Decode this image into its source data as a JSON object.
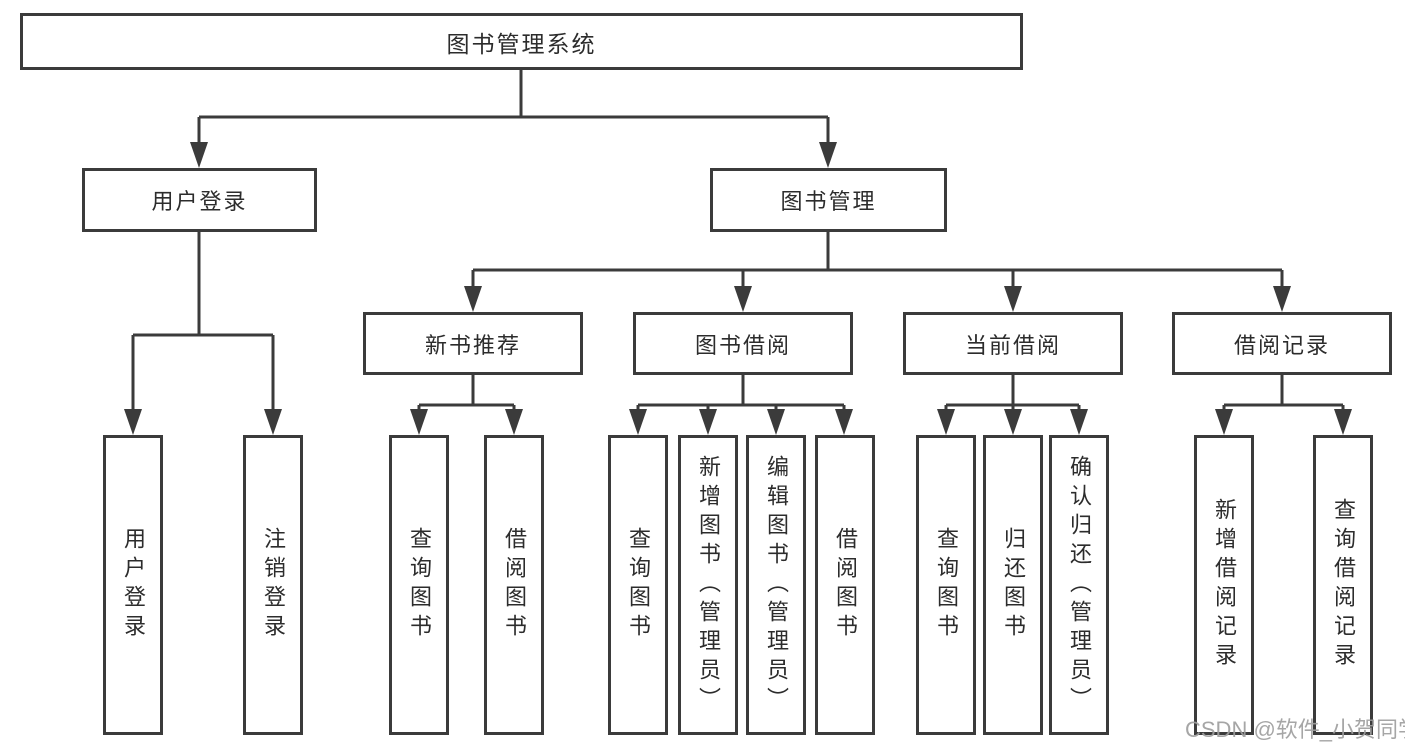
{
  "root": {
    "label": "图书管理系统"
  },
  "level2": [
    {
      "label": "用户登录"
    },
    {
      "label": "图书管理"
    }
  ],
  "level3": [
    {
      "label": "新书推荐"
    },
    {
      "label": "图书借阅"
    },
    {
      "label": "当前借阅"
    },
    {
      "label": "借阅记录"
    }
  ],
  "leaves": {
    "user": [
      "用户登录",
      "注销登录"
    ],
    "recommend": [
      "查询图书",
      "借阅图书"
    ],
    "borrow": [
      "查询图书",
      "新增图书（管理员）",
      "编辑图书（管理员）",
      "借阅图书"
    ],
    "current": [
      "查询图书",
      "归还图书",
      "确认归还（管理员）"
    ],
    "records": [
      "新增借阅记录",
      "查询借阅记录"
    ]
  },
  "watermark": {
    "text": "CSDN @软件_小贺同学"
  },
  "colors": {
    "line": "#3b3b3b",
    "text": "#2c2c2c",
    "watermark": "#9e9e9e",
    "background": "#ffffff"
  }
}
